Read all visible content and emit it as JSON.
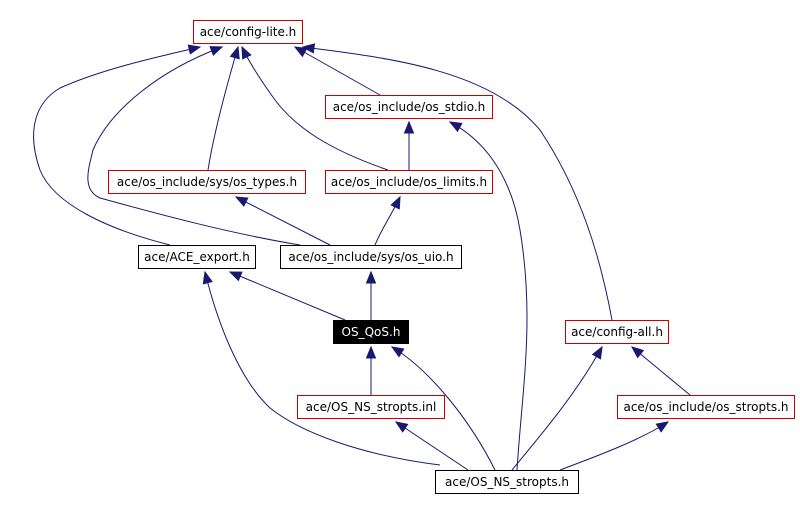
{
  "diagram": {
    "colors": {
      "edge": "#191970",
      "expandable_border": "#cc0000",
      "complete_border": "#000000",
      "current_fill": "#000000",
      "current_text": "#ffffff"
    },
    "nodes": [
      {
        "id": "config_lite",
        "label": "ace/config-lite.h",
        "style": "expandable"
      },
      {
        "id": "os_stdio",
        "label": "ace/os_include/os_stdio.h",
        "style": "expandable"
      },
      {
        "id": "os_types",
        "label": "ace/os_include/sys/os_types.h",
        "style": "expandable"
      },
      {
        "id": "os_limits",
        "label": "ace/os_include/os_limits.h",
        "style": "expandable"
      },
      {
        "id": "ace_export",
        "label": "ace/ACE_export.h",
        "style": "complete"
      },
      {
        "id": "os_uio",
        "label": "ace/os_include/sys/os_uio.h",
        "style": "complete"
      },
      {
        "id": "os_qos",
        "label": "OS_QoS.h",
        "style": "current"
      },
      {
        "id": "config_all",
        "label": "ace/config-all.h",
        "style": "expandable"
      },
      {
        "id": "ns_stropts_inl",
        "label": "ace/OS_NS_stropts.inl",
        "style": "expandable"
      },
      {
        "id": "os_stropts",
        "label": "ace/os_include/os_stropts.h",
        "style": "expandable"
      },
      {
        "id": "ns_stropts_h",
        "label": "ace/OS_NS_stropts.h",
        "style": "complete"
      }
    ],
    "edges": [
      {
        "from": "os_stdio",
        "to": "config_lite"
      },
      {
        "from": "os_types",
        "to": "config_lite"
      },
      {
        "from": "os_limits",
        "to": "config_lite"
      },
      {
        "from": "ace_export",
        "to": "config_lite"
      },
      {
        "from": "os_uio",
        "to": "config_lite"
      },
      {
        "from": "config_all",
        "to": "config_lite"
      },
      {
        "from": "os_limits",
        "to": "os_stdio"
      },
      {
        "from": "ns_stropts_h",
        "to": "os_stdio"
      },
      {
        "from": "os_uio",
        "to": "os_types"
      },
      {
        "from": "os_uio",
        "to": "os_limits"
      },
      {
        "from": "os_qos",
        "to": "ace_export"
      },
      {
        "from": "os_qos",
        "to": "os_uio"
      },
      {
        "from": "ns_stropts_inl",
        "to": "os_qos"
      },
      {
        "from": "ns_stropts_h",
        "to": "os_qos"
      },
      {
        "from": "ns_stropts_h",
        "to": "ace_export"
      },
      {
        "from": "ns_stropts_h",
        "to": "ns_stropts_inl"
      },
      {
        "from": "ns_stropts_h",
        "to": "config_all"
      },
      {
        "from": "ns_stropts_h",
        "to": "os_stropts"
      },
      {
        "from": "os_stropts",
        "to": "config_all"
      }
    ]
  }
}
